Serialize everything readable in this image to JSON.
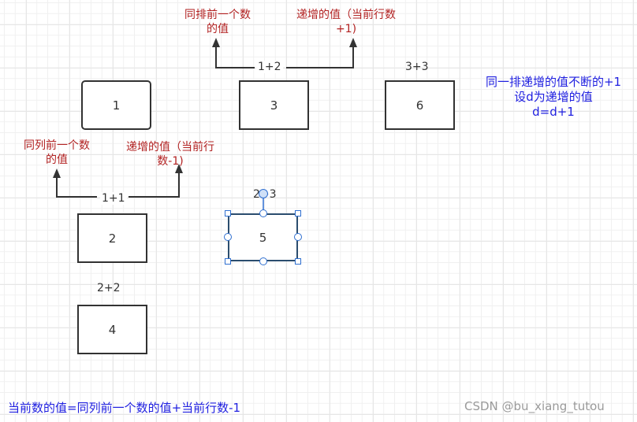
{
  "boxes": {
    "b1": "1",
    "b2": "2",
    "b3": "3",
    "b4": "4",
    "b5": "5",
    "b6": "6"
  },
  "labels": {
    "l_1p2": "1+2",
    "l_3p3": "3+3",
    "l_1p1": "1+1",
    "l_2p3": "2+3",
    "l_2p2": "2+2"
  },
  "notes": {
    "row_prev_line1": "同排前一个数",
    "row_prev_line2": "的值",
    "row_inc_line1": "递增的值（当前行数",
    "row_inc_line2": "+1)",
    "col_prev_line1": "同列前一个数",
    "col_prev_line2": "的值",
    "col_inc_line1": "递增的值（当前行",
    "col_inc_line2": "数-1)",
    "rule_line1": "同一排递增的值不断的+1",
    "rule_line2": "设d为递增的值",
    "rule_line3": "d=d+1"
  },
  "formula": "当前数的值=同列前一个数的值+当前行数-1",
  "watermark": "CSDN @bu_xiang_tutou",
  "colors": {
    "note_red": "#b22222",
    "note_blue": "#1f1fe0",
    "selection": "#2f6fd0"
  }
}
